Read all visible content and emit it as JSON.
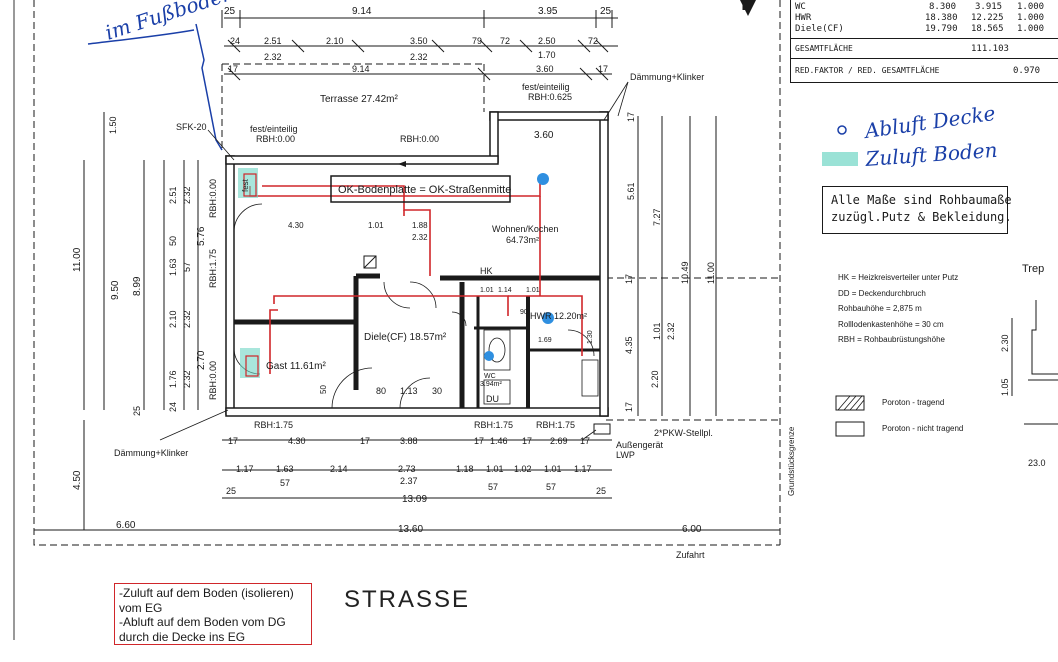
{
  "annotations": {
    "handwritten_top": "im Fußboden !",
    "handwritten_abluft": "Abluft Decke",
    "handwritten_zuluft": "Zuluft Boden"
  },
  "info_note": {
    "line1": "Alle Maße sind Rohbaumaße",
    "line2": "zuzügl.Putz & Bekleidung."
  },
  "red_note": {
    "line1": "-Zuluft auf dem Boden (isolieren)",
    "line2": "vom EG",
    "line3": "-Abluft auf dem Boden vom DG",
    "line4": "durch die Decke ins EG"
  },
  "street": "STRASSE",
  "area_table": {
    "rows": [
      {
        "name": "WC",
        "a": "8.300",
        "b": "3.915",
        "c": "1.000"
      },
      {
        "name": "HWR",
        "a": "18.380",
        "b": "12.225",
        "c": "1.000"
      },
      {
        "name": "Diele(CF)",
        "a": "19.790",
        "b": "18.565",
        "c": "1.000"
      }
    ],
    "total_label": "GESAMTFLÄCHE",
    "total_value": "111.103",
    "red_label": "RED.FAKTOR / RED. GESAMTFLÄCHE",
    "red_value": "0.970"
  },
  "legend": {
    "hk": "HK  = Heizkreisverteiler unter Putz",
    "dd": "DD  = Deckendurchbruch",
    "rh": "Rohbauhöhe = 2,875 m",
    "rk": "Rolllodenkastenhöhe = 30 cm",
    "rbh": "RBH = Rohbaubrüstungshöhe",
    "poroton_tragend": "Poroton - tragend",
    "poroton_nicht": "Poroton - nicht tragend"
  },
  "rooms": {
    "terrasse": "Terrasse 27.42m²",
    "wohnen": "Wohnen/Kochen",
    "wohnen_area": "64.73m²",
    "diele": "Diele(CF) 18.57m²",
    "gast": "Gast 11.61m²",
    "hwr": "HWR 12.20m²",
    "wc": "WC",
    "wc_area": "3.94m²",
    "du": "DU",
    "hk": "HK"
  },
  "plan_labels": {
    "ok_box": "OK-Bodenplatte = OK-Straßenmitte",
    "sfk": "SFK-20",
    "fest1": "fest/einteilig",
    "rbh1": "RBH:0.00",
    "rbh_mid": "RBH:0.00",
    "fest2": "fest/einteilig",
    "rbh2": "RBH:0.625",
    "daemmung1": "Dämmung+Klinker",
    "daemmung2": "Dämmung+Klinker",
    "rbh_left1": "RBH:0.00",
    "rbh_left2": "RBH:1.75",
    "rbh_left3": "RBH:0.00",
    "rbh_b1": "RBH:1.75",
    "rbh_b2": "RBH:1.75",
    "rbh_b3": "RBH:1.75",
    "pkw": "2*PKW-Stellpl.",
    "aussen": "Außengerät",
    "lwp": "LWP",
    "grenze": "Grundstücksgrenze",
    "zufahrt": "Zufahrt",
    "trep": "Trep",
    "fest_short": "fest"
  },
  "dims": {
    "top_a": "25",
    "top_b": "9.14",
    "top_c": "3.95",
    "top_d": "25",
    "r2": [
      "24",
      "2.51",
      "2.32",
      "2.10",
      "3.50",
      "2.32",
      "79",
      "72",
      "2.50",
      "1.70",
      "72"
    ],
    "r3": [
      "17",
      "9.14",
      "3.60",
      "17"
    ],
    "d360": "3.60",
    "left_col": [
      "1.50",
      "2.51",
      "2.32",
      "50",
      "1.63",
      "57",
      "2.10",
      "2.32",
      "1.76",
      "2.32",
      "24",
      "25"
    ],
    "left_tot": [
      "11.00",
      "9.50",
      "8.99",
      "5.76",
      "2.70"
    ],
    "int1": [
      "4.30",
      "1.01",
      "1.88",
      "2.32"
    ],
    "int2": [
      "1.01",
      "1.14",
      "90",
      "1.69",
      "1.01",
      "1.30",
      "80",
      "1.13",
      "30",
      "50"
    ],
    "bot1": [
      "17",
      "4.30",
      "17",
      "3.88",
      "17",
      "1.46",
      "17",
      "2.69",
      "17"
    ],
    "bot2": [
      "1.17",
      "1.63",
      "57",
      "2.14",
      "2.73",
      "2.37",
      "1.18",
      "1.01",
      "1.02",
      "1.01",
      "1.17",
      "57",
      "57"
    ],
    "bot3": [
      "25",
      "13.09",
      "25"
    ],
    "bot4": [
      "6.60",
      "13.60",
      "6.00"
    ],
    "right": [
      "17",
      "5.61",
      "7.27",
      "10.49",
      "11.00",
      "4.35",
      "2.20",
      "1.01",
      "2.32",
      "17",
      "17"
    ],
    "left_450": "4.50",
    "side_right": [
      "2.30",
      "1.05",
      "23.0"
    ]
  },
  "colors": {
    "ink": "#1a1a1a",
    "red_duct": "#d0262a",
    "handwriting": "#1a3fa8",
    "marker_cyan": "#6fd6c4",
    "abluft_dot": "#2f8fe0"
  }
}
